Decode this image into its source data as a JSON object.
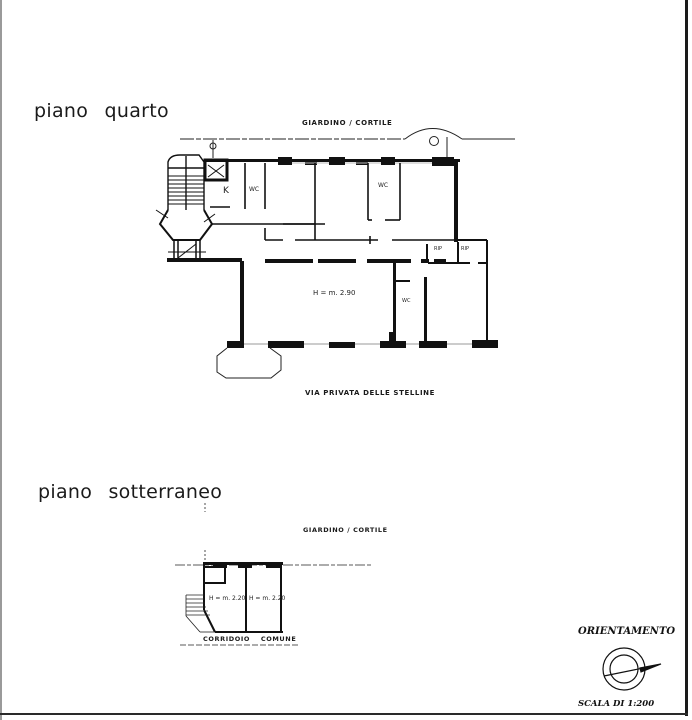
{
  "document": {
    "type": "floor-plan",
    "scale_label": "SCALA DI 1:200",
    "orientation_label": "ORIENTAMENTO"
  },
  "floors": [
    {
      "title": "piano quarto",
      "top_label": "GIARDINO / CORTILE",
      "bottom_label": "VIA PRIVATA DELLE STELLINE",
      "rooms": [
        {
          "label": "K"
        },
        {
          "label": "WC"
        },
        {
          "label": "WC"
        },
        {
          "label": "RIP"
        },
        {
          "label": "RIP"
        },
        {
          "label": "WC"
        },
        {
          "label": "H = m. 2.90"
        }
      ]
    },
    {
      "title": "piano sotterraneo",
      "top_label": "GIARDINO / CORTILE",
      "bottom_label": "CORRIDOIO COMUNE",
      "rooms": [
        {
          "label": "H = m. 2.20"
        },
        {
          "label": "H = m. 2.20"
        }
      ]
    }
  ],
  "colors": {
    "ink": "#1a1a1a",
    "paper": "#ffffff"
  }
}
